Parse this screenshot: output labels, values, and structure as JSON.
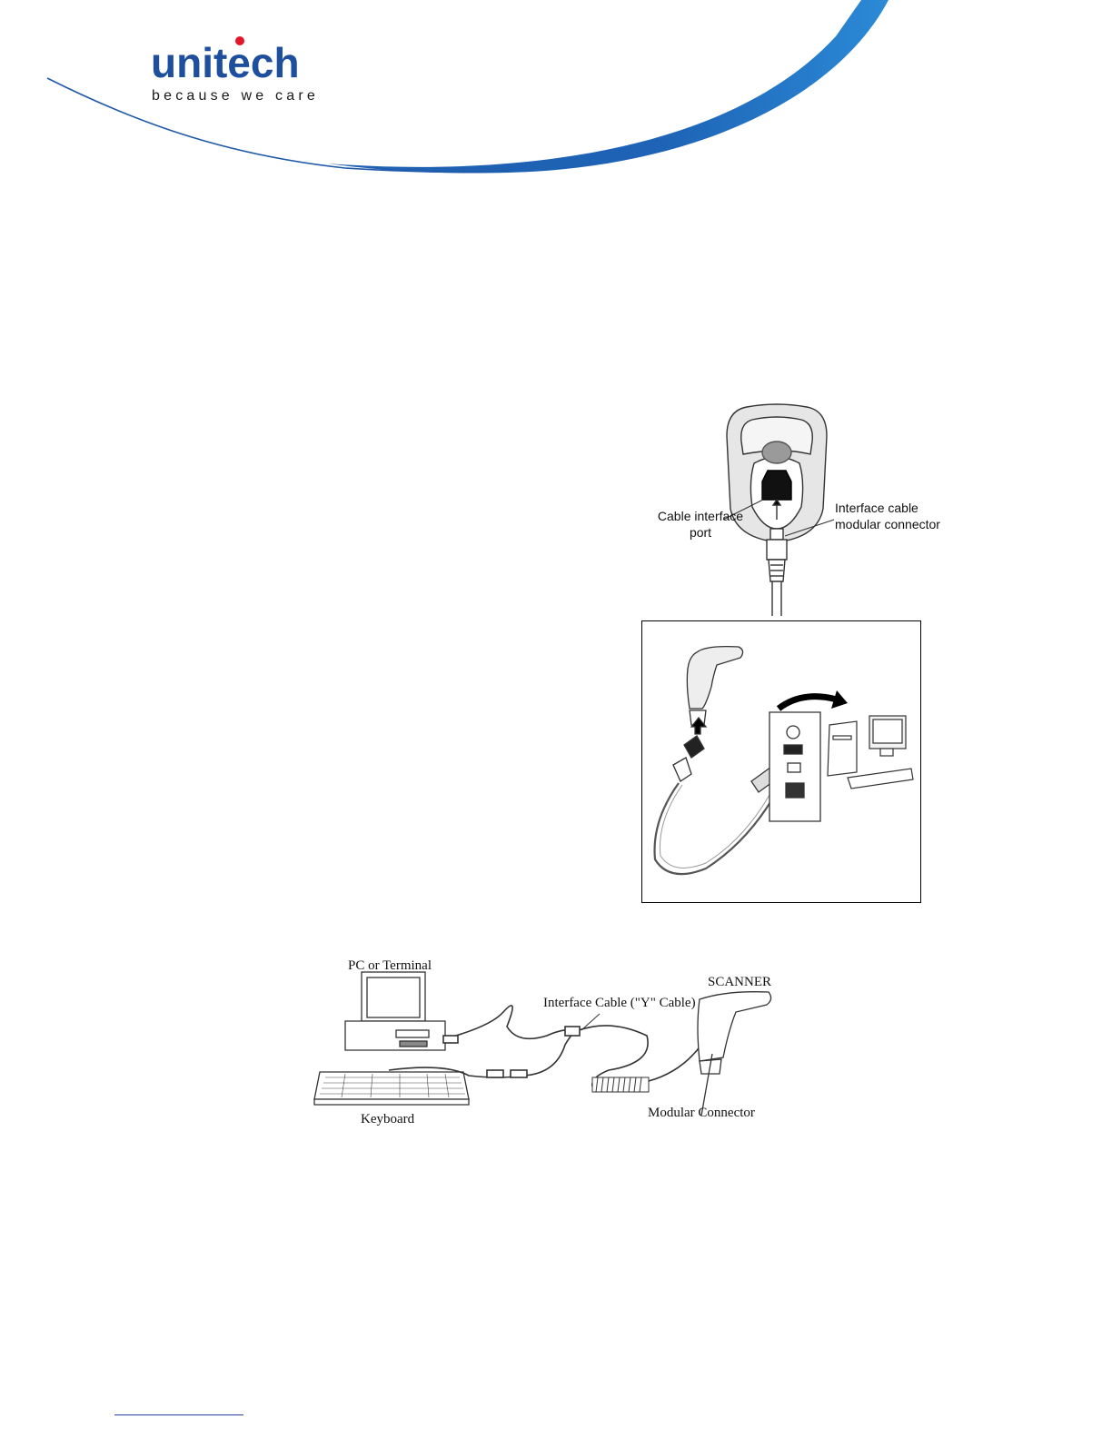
{
  "brand": {
    "name": "unitech",
    "tagline": "because we care",
    "colors": {
      "primary": "#1d4f9e",
      "accent": "#e3162b",
      "swoosh_light": "#2a86d3"
    }
  },
  "figure_base": {
    "label_port": "Cable interface\nport",
    "label_connector": "Interface cable\nmodular connector"
  },
  "figure_usb": {},
  "figure_wedge": {
    "label_pc": "PC or Terminal",
    "label_cable": "Interface Cable (\"Y\" Cable)",
    "label_scanner": "SCANNER",
    "label_keyboard": "Keyboard",
    "label_modular": "Modular Connector"
  }
}
